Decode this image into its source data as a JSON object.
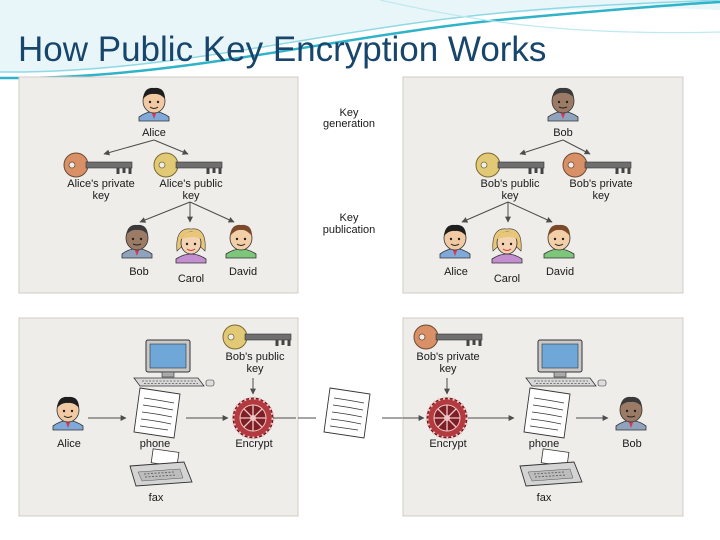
{
  "slide": {
    "title": "How Public Key Encryption Works"
  },
  "colors": {
    "title": "#17456b",
    "panel": "#efedea",
    "private_key": "#d99066",
    "public_key": "#e2c975",
    "line": "#4d4d4d",
    "wave_teal": "#2fb3c9"
  },
  "top_left": {
    "owner": "Alice",
    "private_key": [
      "Alice's private",
      "key"
    ],
    "public_key": [
      "Alice's public",
      "key"
    ],
    "recipients": [
      "Bob",
      "Carol",
      "David"
    ]
  },
  "center_labels": {
    "generation": [
      "Key",
      "generation"
    ],
    "publication": [
      "Key",
      "publication"
    ]
  },
  "top_right": {
    "owner": "Bob",
    "public_key": [
      "Bob's public",
      "key"
    ],
    "private_key": [
      "Bob's private",
      "key"
    ],
    "recipients": [
      "Alice",
      "Carol",
      "David"
    ]
  },
  "bottom_left": {
    "sender": "Alice",
    "key": [
      "Bob's public",
      "key"
    ],
    "channel": "phone",
    "alt_channel": "fax",
    "process": "Encrypt"
  },
  "bottom_right": {
    "key": [
      "Bob's private",
      "key"
    ],
    "process": "Encrypt",
    "channel": "phone",
    "alt_channel": "fax",
    "receiver": "Bob"
  }
}
